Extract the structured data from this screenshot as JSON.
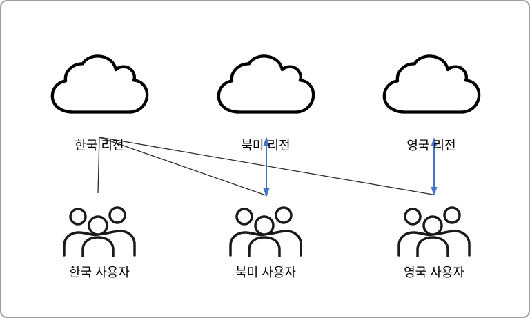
{
  "diagram": {
    "title": "cloud-region-user-routing-diagram",
    "regions": [
      {
        "label": "한국 리전"
      },
      {
        "label": "북미 리전"
      },
      {
        "label": "영국 리전"
      }
    ],
    "users": [
      {
        "label": "한국 사용자"
      },
      {
        "label": "북미 사용자"
      },
      {
        "label": "영국 사용자"
      }
    ],
    "connections": [
      {
        "from": "한국 리전",
        "to": "한국 사용자",
        "style": "thin-black-line"
      },
      {
        "from": "한국 리전",
        "to": "북미 사용자",
        "style": "thin-black-line"
      },
      {
        "from": "한국 리전",
        "to": "영국 사용자",
        "style": "thin-black-line"
      },
      {
        "from": "북미 리전",
        "to": "북미 사용자",
        "style": "blue-double-arrow"
      },
      {
        "from": "영국 리전",
        "to": "영국 사용자",
        "style": "blue-double-arrow"
      }
    ],
    "colors": {
      "arrow_blue": "#4472C4",
      "line_black": "#2b2b2b",
      "cloud_stroke": "#000000",
      "border_gray": "#9e9e9e"
    }
  }
}
